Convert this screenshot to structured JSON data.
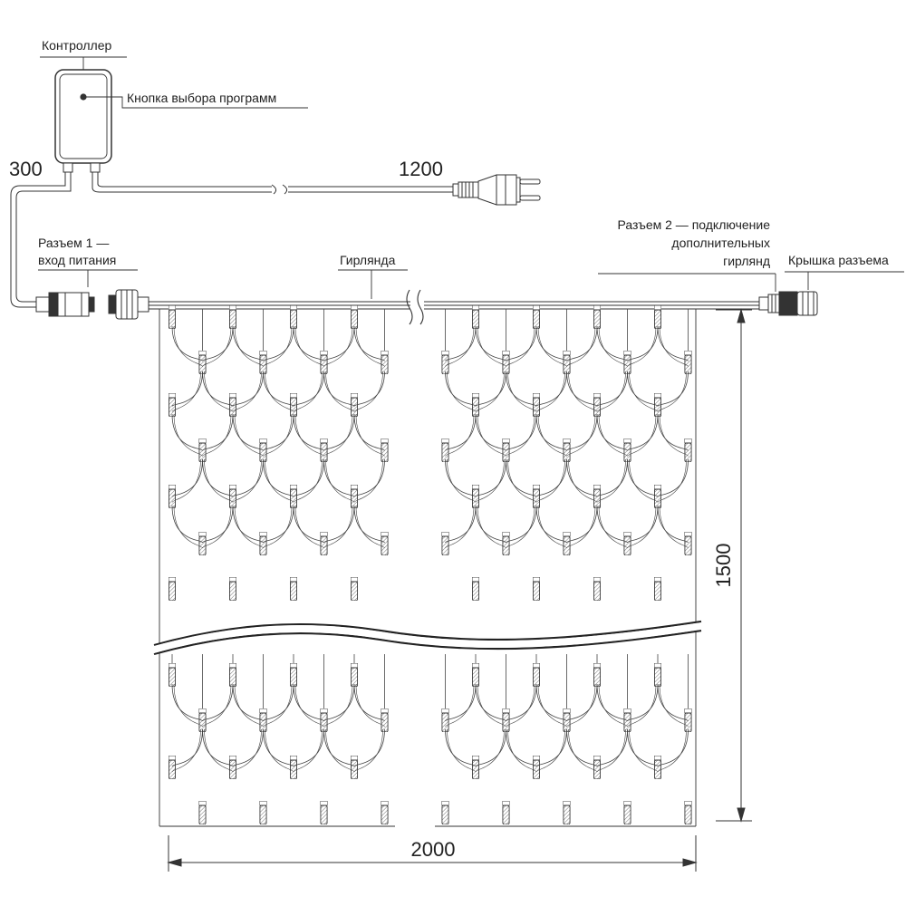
{
  "labels": {
    "controller": "Контроллер",
    "program_button": "Кнопка выбора программ",
    "connector1_line1": "Разъем 1 —",
    "connector1_line2": "вход питания",
    "garland": "Гирлянда",
    "connector2_line1": "Разъем 2 — подключение",
    "connector2_line2": "дополнительных",
    "connector2_line3": "гирлянд",
    "cap": "Крышка разъема"
  },
  "dimensions": {
    "lead_cable": "300",
    "power_cable": "1200",
    "height": "1500",
    "width": "2000"
  },
  "colors": {
    "line": "#333333",
    "text": "#222222"
  },
  "icons": [
    "controller-box-icon",
    "power-plug-icon",
    "connector-icon",
    "connector-cap-icon",
    "led-bulb-icon"
  ]
}
